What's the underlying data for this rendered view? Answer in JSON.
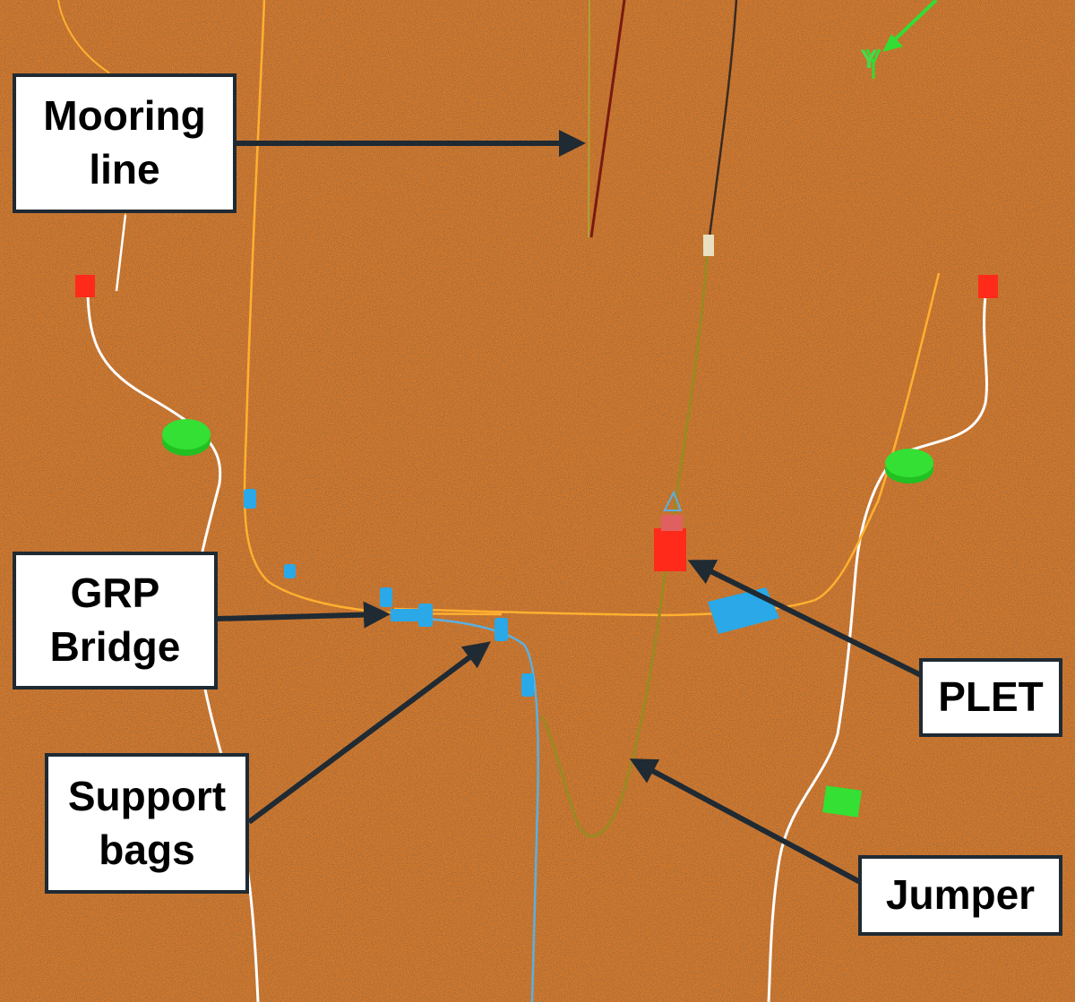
{
  "background_color": "#d4782a",
  "callouts": {
    "mooring_line": {
      "line1": "Mooring",
      "line2": "line"
    },
    "grp_bridge": {
      "line1": "GRP",
      "line2": "Bridge"
    },
    "support_bags": {
      "line1": "Support",
      "line2": "bags"
    },
    "plet": {
      "line1": "PLET"
    },
    "jumper": {
      "line1": "Jumper"
    }
  },
  "axis_triad": {
    "label": "Y",
    "color": "#33dd33"
  },
  "colors": {
    "callout_border": "#1f2a33",
    "arrow": "#1f2a33",
    "flexible_line": "#ffffff",
    "orange_line": "#ffb030",
    "blue_object": "#2aa8e8",
    "green_object": "#33e033",
    "red_object": "#ff2a1a",
    "jumper_line": "#8a8a20",
    "mooring_line": "#7a1a10"
  },
  "icons": [
    "arrow-icon",
    "axis-triad-icon"
  ]
}
